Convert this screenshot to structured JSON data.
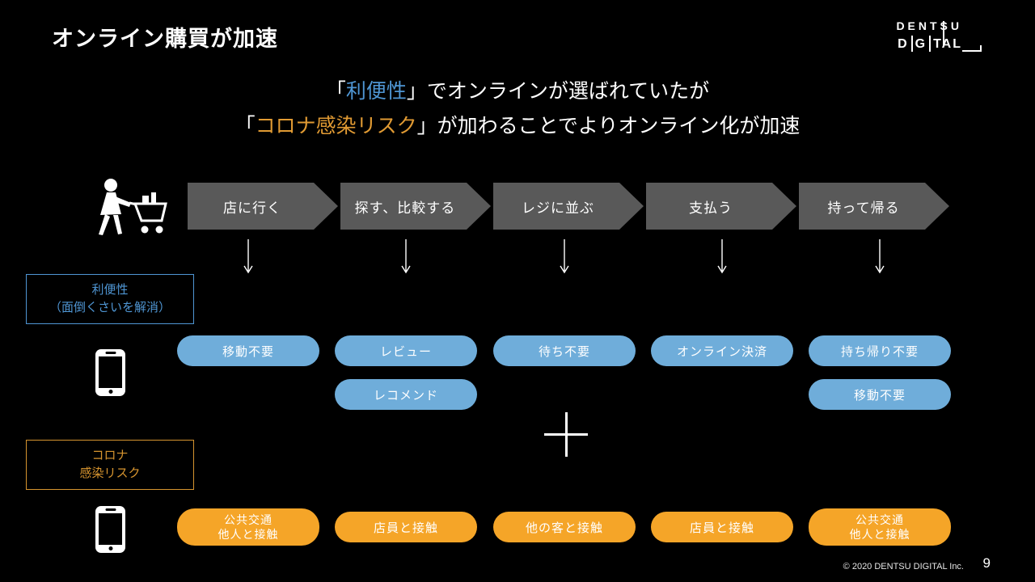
{
  "colors": {
    "background": "#000000",
    "accent_blue": "#4f96d4",
    "pill_blue": "#6fadda",
    "accent_orange": "#d6942f",
    "pill_orange": "#f5a528",
    "chevron_gray": "#595959",
    "text_white": "#ffffff"
  },
  "header": {
    "title": "オンライン購買が加速"
  },
  "logo": {
    "line1": "DENTSU",
    "d": "D",
    "g": "G",
    "tal": "TAL"
  },
  "subtitle": {
    "l1_bracket_open": "「",
    "l1_highlight": "利便性",
    "l1_rest": "」でオンラインが選ばれていたが",
    "l2_bracket_open": "「",
    "l2_highlight": "コロナ感染リスク",
    "l2_rest": "」が加わることでよりオンライン化が加速"
  },
  "journey": {
    "icon": "person-pushing-shopping-cart",
    "steps": [
      "店に行く",
      "探す、比較する",
      "レジに並ぶ",
      "支払う",
      "持って帰る"
    ]
  },
  "benefits": {
    "icon": "smartphone",
    "label_line1": "利便性",
    "label_line2": "（面倒くさいを解消）",
    "row1": [
      "移動不要",
      "レビュー",
      "待ち不要",
      "オンライン決済",
      "持ち帰り不要"
    ],
    "row2": {
      "col2": "レコメンド",
      "col5": "移動不要"
    }
  },
  "plus": {
    "icon": "plus-icon"
  },
  "risks": {
    "icon": "smartphone",
    "label_line1": "コロナ",
    "label_line2": "感染リスク",
    "pills": [
      {
        "line1": "公共交通",
        "line2": "他人と接触"
      },
      {
        "line1": "店員と接触"
      },
      {
        "line1": "他の客と接触"
      },
      {
        "line1": "店員と接触"
      },
      {
        "line1": "公共交通",
        "line2": "他人と接触"
      }
    ]
  },
  "footer": {
    "copyright": "© 2020 DENTSU DIGITAL Inc.",
    "page_number": "9"
  }
}
